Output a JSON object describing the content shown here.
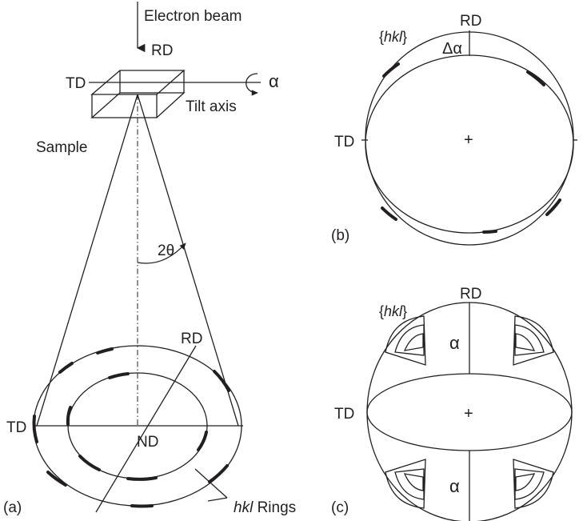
{
  "panel_a": {
    "beam_label": "Electron beam",
    "rd_top": "RD",
    "td_top": "TD",
    "alpha": "α",
    "tilt_axis": "Tilt axis",
    "sample": "Sample",
    "two_theta": "2θ",
    "rd_ring": "RD",
    "td_ring": "TD",
    "nd": "ND",
    "rings_italic": "hkl",
    "rings_rest": " Rings",
    "panel_label": "(a)"
  },
  "panel_b": {
    "rd": "RD",
    "td": "TD",
    "hkl_open": "{",
    "hkl_italic": "hkl",
    "hkl_close": "}",
    "delta_alpha": "Δα",
    "center": "+",
    "panel_label": "(b)"
  },
  "panel_c": {
    "rd": "RD",
    "td": "TD",
    "hkl_open": "{",
    "hkl_italic": "hkl",
    "hkl_close": "}",
    "alpha_top": "α",
    "alpha_bottom": "α",
    "center": "+",
    "panel_label": "(c)"
  }
}
